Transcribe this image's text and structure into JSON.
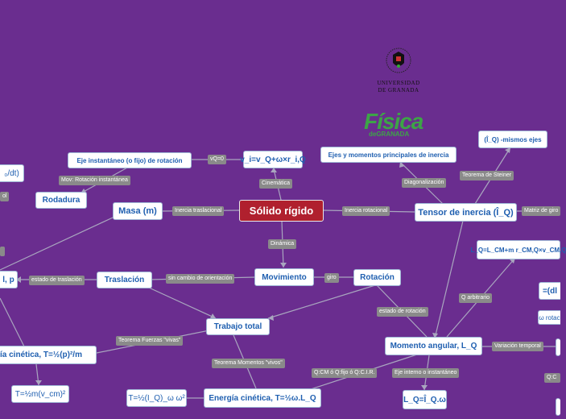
{
  "logo": {
    "university_line1": "UNIVERSIDAD",
    "university_line2": "DE GRANADA",
    "fisica_text": "Física",
    "fisica_sub": "deGRANADA"
  },
  "nodes": {
    "root": "Sólido rígido",
    "masa": "Masa (m)",
    "tensor": "Tensor de inercia (Î_Q)",
    "movimiento": "Movimiento",
    "rotacion": "Rotación",
    "traslacion": "Traslación",
    "velocidad": "v_i=v_Q+ω×r_i,Q",
    "eje_instantaneo": "Eje instantáneo (o fijo) de rotación",
    "rodadura": "Rodadura",
    "ejes_principales": "Ejes y momentos principales de inercia",
    "mismos_ejes": "(Î_Q) -mismos ejes",
    "trabajo_total": "Trabajo total",
    "momento_angular": "Momento angular, L_Q",
    "energia_rot": "Energía cinética, T=½ω.L_Q",
    "lq_iw": "L_Q=Î_Q.ω",
    "t_rot": "T=½(I_Q)_ω ω²",
    "lq_arbitrario": "L_Q=L_CM+m r_CM,Q×v_CM,Q",
    "energia_tras": "ía cinética, T=½(p)²/m",
    "t_vcm": "T=½m(v_cm)²",
    "left_p": "l, p",
    "left_dt": "₀/dt)",
    "right_dl": "=(dl",
    "right_w": "ω rotac",
    "right_partial": "",
    "left_small": "ol"
  },
  "labels": {
    "cinematica": "Cinemática",
    "dinamica": "Dinámica",
    "inercia_traslacional": "Inercia traslacional",
    "inercia_rotacional": "Inercia rotacional",
    "vq0": "vQ=0",
    "mov_rotacion": "Mov: Rotación instantánea",
    "diagonalizacion": "Diagonalización",
    "teorema_steiner": "Teorema de Steiner",
    "matriz": "Matriz de giro",
    "sin_cambio": "sin cambio de orientación",
    "giro": "giro",
    "estado_traslacion": "estado de traslación",
    "estado_rotacion": "estado de rotación",
    "q_arbitrario": "Q arbitrario",
    "variacion_temporal": "Variación temporal",
    "teorema_fuerzas": "Teorema Fuerzas \"vivas\"",
    "teorema_momentos": "Teorema Momentos \"vivos\"",
    "qcm": "Q:CM ó Q:fijo ó Q:C.I.R.",
    "eje_interno": "Eje interno o instantáneo",
    "qc_partial": "Q:C"
  },
  "colors": {
    "background": "#6a2d8f",
    "root": "#b0202e",
    "node_text": "#1f5fb0",
    "edge": "#a8a8b8",
    "label_bg": "#8a8a8a",
    "fisica": "#3da447"
  }
}
